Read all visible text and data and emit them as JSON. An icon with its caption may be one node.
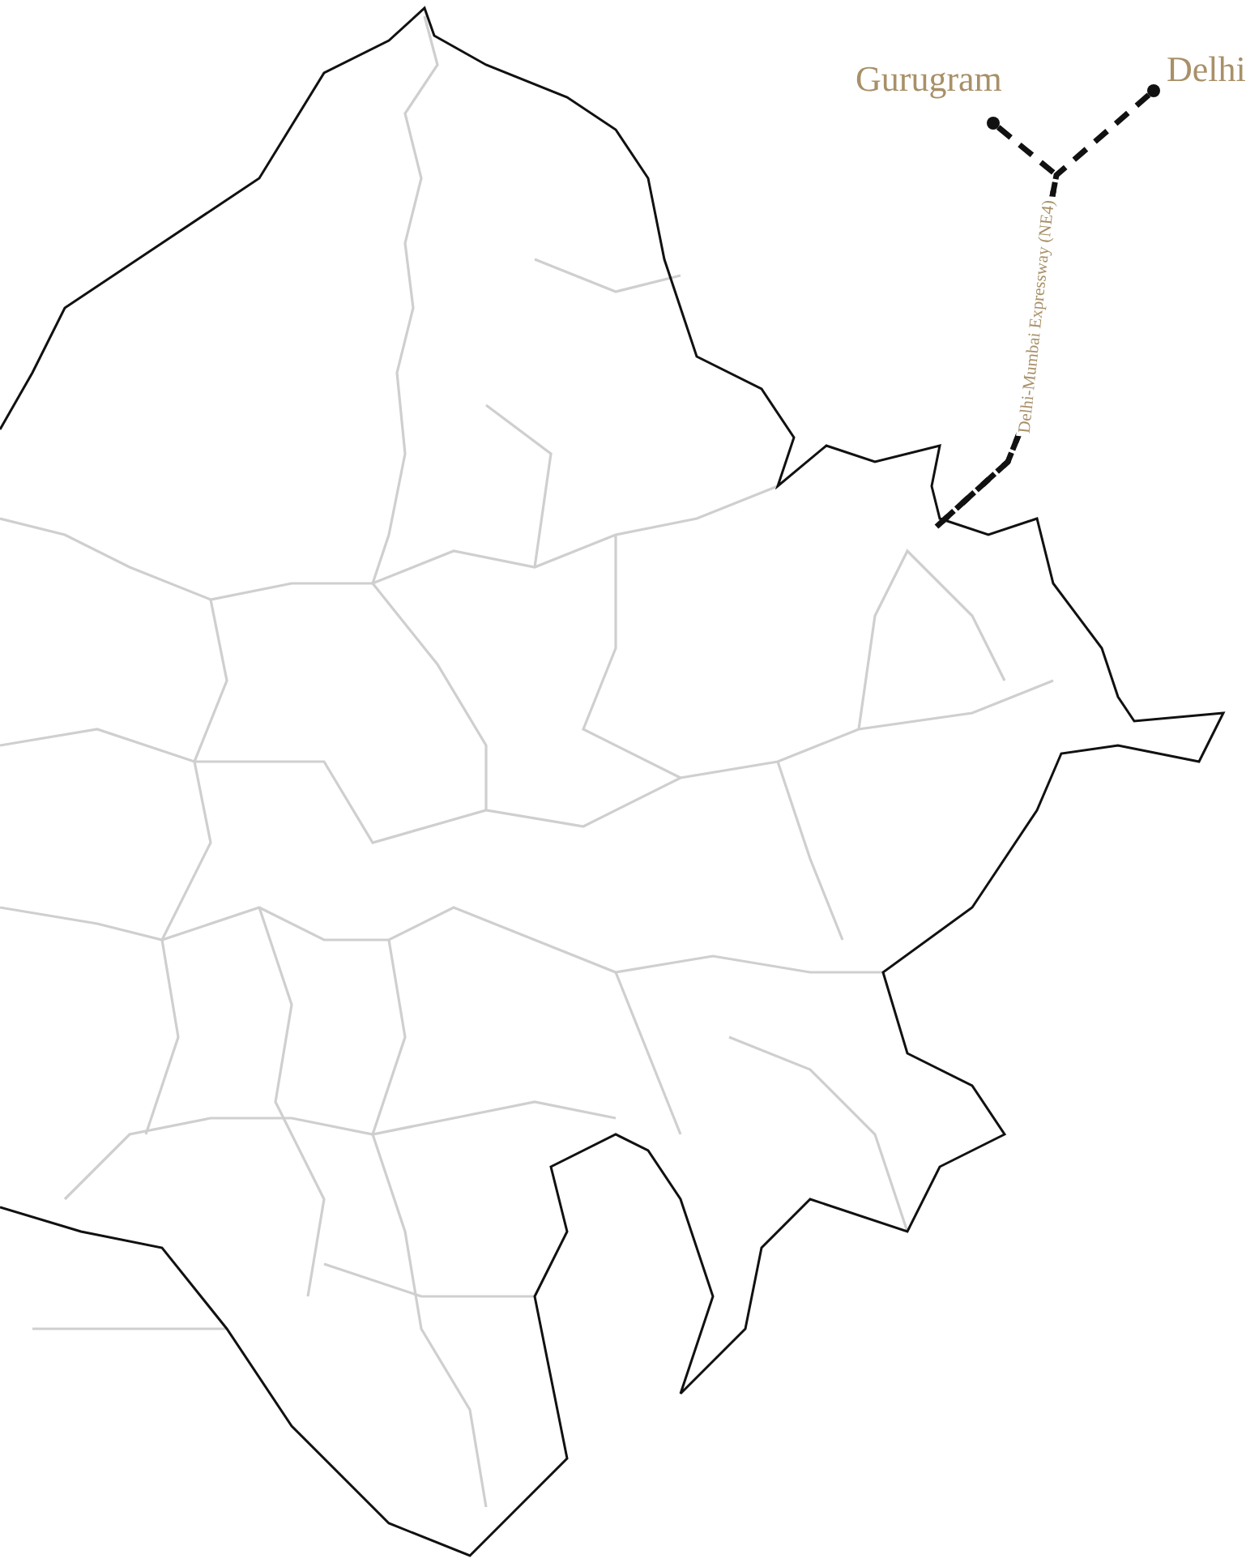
{
  "diagram": {
    "nodes": [
      {
        "text": [
          "Gurugram"
        ]
      },
      {
        "text": [
          "Delhi"
        ]
      }
    ],
    "edges": [
      {
        "from": 0,
        "to": null,
        "arrow": "none",
        "style": "dashed",
        "label": "Delhi-Mumbai Expressway (NE4)"
      },
      {
        "from": 1,
        "to": null,
        "arrow": "none",
        "style": "dashed"
      }
    ]
  }
}
